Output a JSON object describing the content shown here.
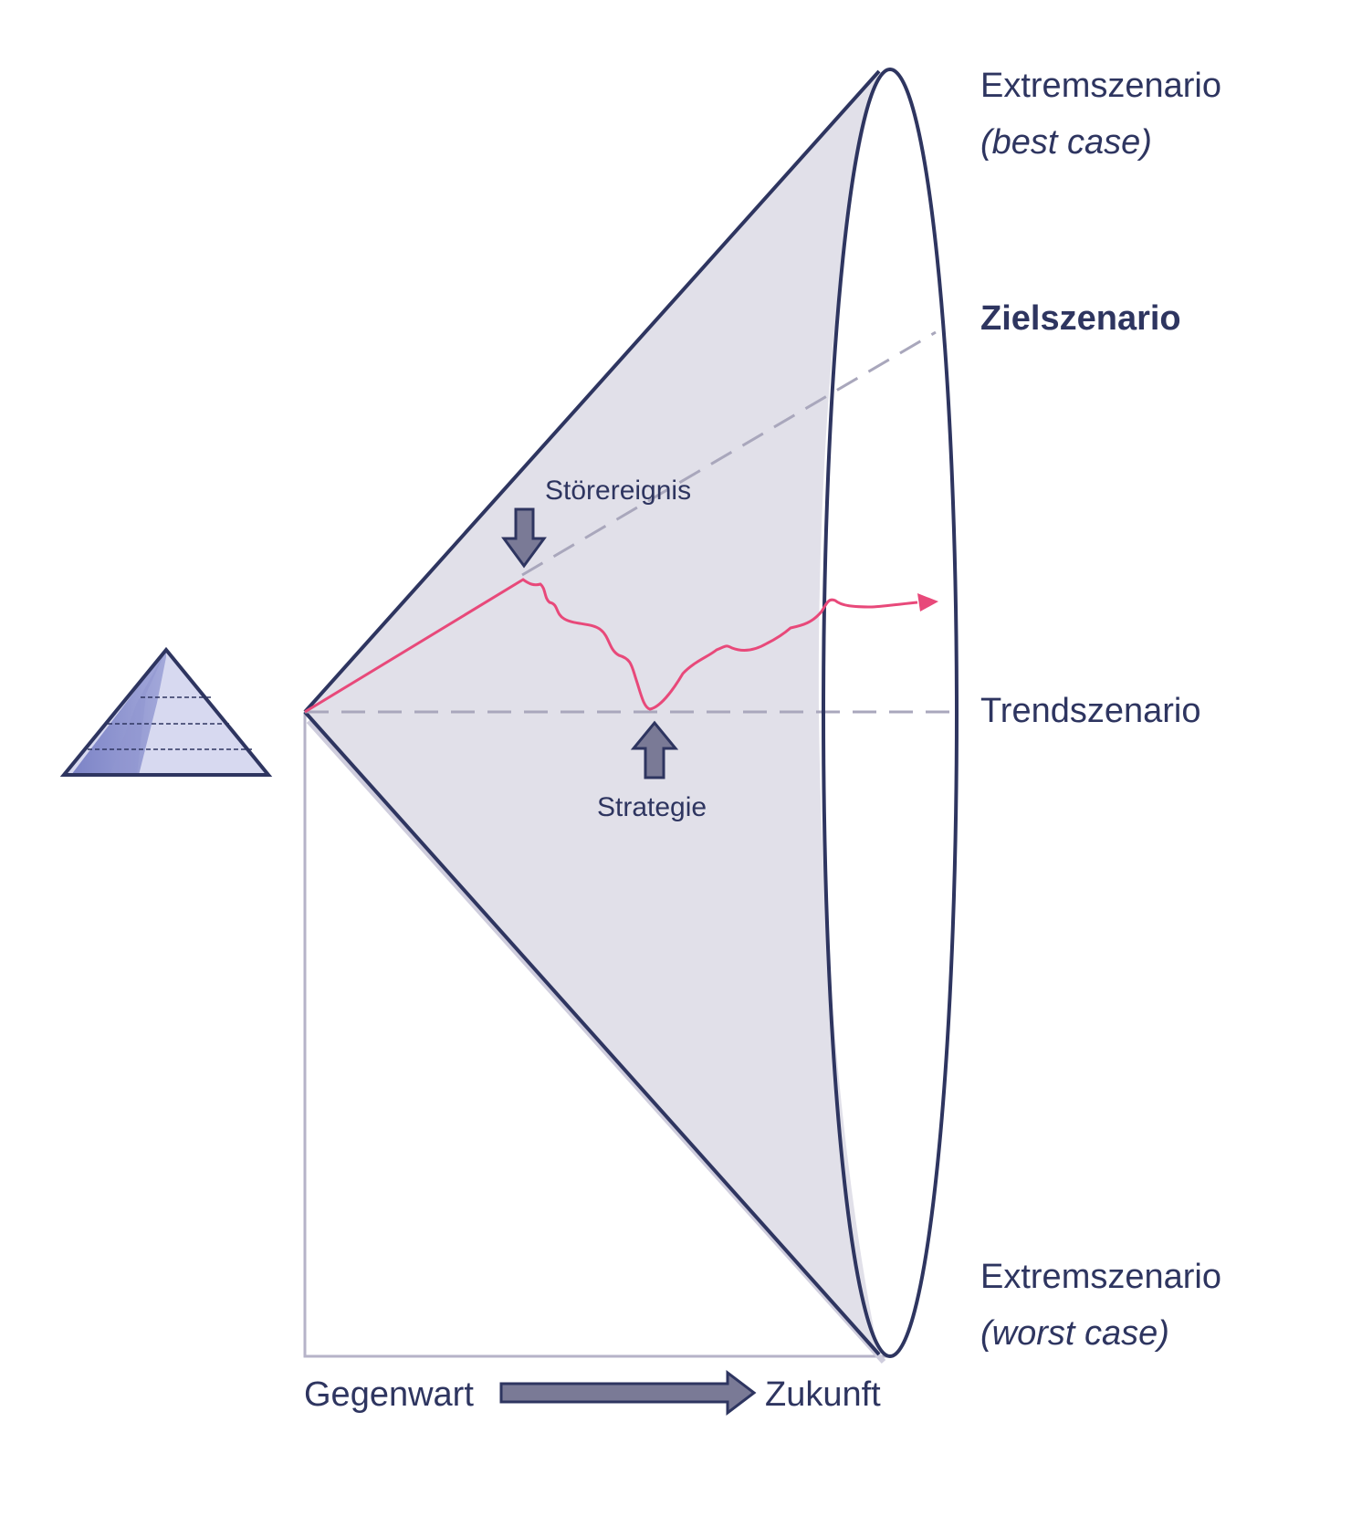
{
  "labels": {
    "best_title": "Extremszenario",
    "best_sub": "(best case)",
    "target": "Zielszenario",
    "trend": "Trendszenario",
    "worst_title": "Extremszenario",
    "worst_sub": "(worst case)",
    "disruption": "Störereignis",
    "strategy": "Strategie",
    "present": "Gegenwart",
    "future": "Zukunft"
  },
  "colors": {
    "outline": "#2e3560",
    "cone_fill": "#e1e0e9",
    "dashed": "#a9a7bc",
    "path": "#e8497a",
    "arrow_fill": "#7a7a96",
    "pyramid_fill": "#d7d9f0",
    "pyramid_shade": "#8f95cf"
  }
}
